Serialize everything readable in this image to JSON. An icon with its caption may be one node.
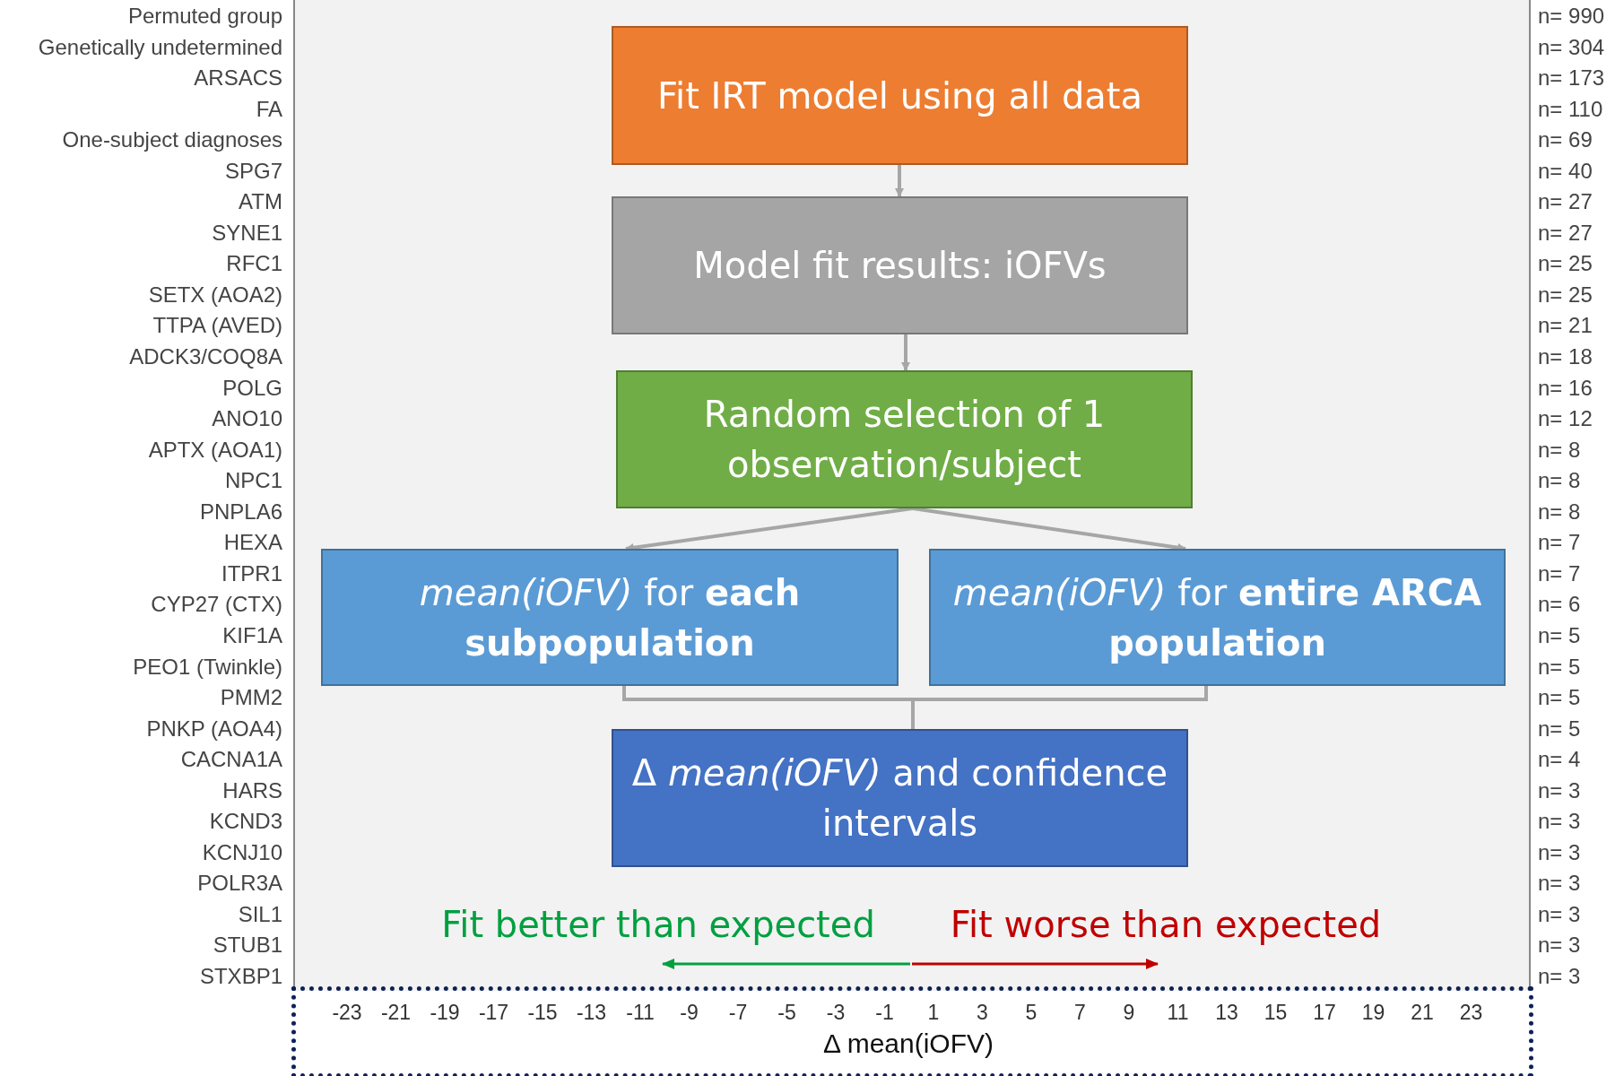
{
  "diagram": {
    "nodes": [
      {
        "text": [
          "Fit IRT model using all data"
        ]
      },
      {
        "text": [
          "Model fit results: iOFVs"
        ]
      },
      {
        "text": [
          "Random selection of 1 observation/subject"
        ]
      },
      {
        "text": [
          "*mean(iOFV)* for **each subpopulation**"
        ]
      },
      {
        "text": [
          "*mean(iOFV)* for **entire ARCA population**"
        ]
      },
      {
        "text": [
          "Δ *mean(iOFV)* and confidence intervals"
        ]
      }
    ],
    "edges": [
      {
        "from": 0,
        "to": 1,
        "arrow": "to"
      },
      {
        "from": 1,
        "to": 2,
        "arrow": "to"
      },
      {
        "from": 2,
        "to": 3,
        "arrow": "to"
      },
      {
        "from": 2,
        "to": 4,
        "arrow": "to"
      },
      {
        "from": 3,
        "to": 5,
        "arrow": "none"
      },
      {
        "from": 4,
        "to": 5,
        "arrow": "none"
      }
    ],
    "labels": [
      "Permuted group",
      "n= 990",
      "Genetically undetermined",
      "n= 304",
      "ARSACS",
      "n= 173",
      "FA",
      "n= 110",
      "One-subject diagnoses",
      "n= 69",
      "SPG7",
      "n= 40",
      "ATM",
      "n= 27",
      "SYNE1",
      "n= 27",
      "RFC1",
      "n= 25",
      "SETX (AOA2)",
      "n= 25",
      "TTPA (AVED)",
      "n= 21",
      "ADCK3/COQ8A",
      "n= 18",
      "POLG",
      "n= 16",
      "ANO10",
      "n= 12",
      "APTX (AOA1)",
      "n= 8",
      "NPC1",
      "n= 8",
      "PNPLA6",
      "n= 8",
      "HEXA",
      "n= 7",
      "ITPR1",
      "n= 7",
      "CYP27 (CTX)",
      "n= 6",
      "KIF1A",
      "n= 5",
      "PEO1 (Twinkle)",
      "n= 5",
      "PMM2",
      "n= 5",
      "PNKP (AOA4)",
      "n= 5",
      "CACNA1A",
      "n= 4",
      "HARS",
      "n= 3",
      "KCND3",
      "n= 3",
      "KCNJ10",
      "n= 3",
      "POLR3A",
      "n= 3",
      "SIL1",
      "n= 3",
      "STUB1",
      "n= 3",
      "STXBP1",
      "n= 3",
      "Fit better than expected",
      "Fit worse than expected",
      "-23",
      "-21",
      "-19",
      "-17",
      "-15",
      "-13",
      "-11",
      "-9",
      "-7",
      "-5",
      "-3",
      "-1",
      "1",
      "3",
      "5",
      "7",
      "9",
      "11",
      "13",
      "15",
      "17",
      "19",
      "21",
      "23",
      "Δ mean(iOFV)"
    ]
  }
}
